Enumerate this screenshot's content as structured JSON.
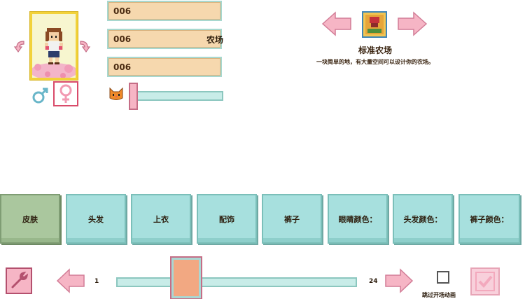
{
  "character": {
    "name_fields": [
      "006",
      "006",
      "006"
    ],
    "farm_label": "农场",
    "selected_gender": "female",
    "icons": {
      "rotate_left": "rotate-left-arrow-icon",
      "rotate_right": "rotate-right-arrow-icon",
      "male": "male-symbol-icon",
      "female": "female-symbol-icon",
      "pet": "cat-icon"
    },
    "pet_slider_level": 0.0
  },
  "farm": {
    "title": "标准农场",
    "description": "一块简单的地，有大量空间可以设计你的农场。",
    "icon": "standard-farm-icon"
  },
  "tabs": [
    {
      "label": "皮肤",
      "active": true
    },
    {
      "label": "头发",
      "active": false
    },
    {
      "label": "上衣",
      "active": false
    },
    {
      "label": "配饰",
      "active": false
    },
    {
      "label": "裤子",
      "active": false
    },
    {
      "label": "眼睛颜色：",
      "active": false
    },
    {
      "label": "头发颜色：",
      "active": false
    },
    {
      "label": "裤子颜色：",
      "active": false
    }
  ],
  "selector": {
    "min_label": "1",
    "max_label": "24",
    "value": 7
  },
  "skip_intro": {
    "label": "跳过开场动画",
    "checked": false
  },
  "colors": {
    "tab_active": "#aac79e",
    "tab_inactive": "#a7e0de",
    "arrow_pink": "#f6b5c5",
    "field_bg": "#f6d8ae"
  }
}
